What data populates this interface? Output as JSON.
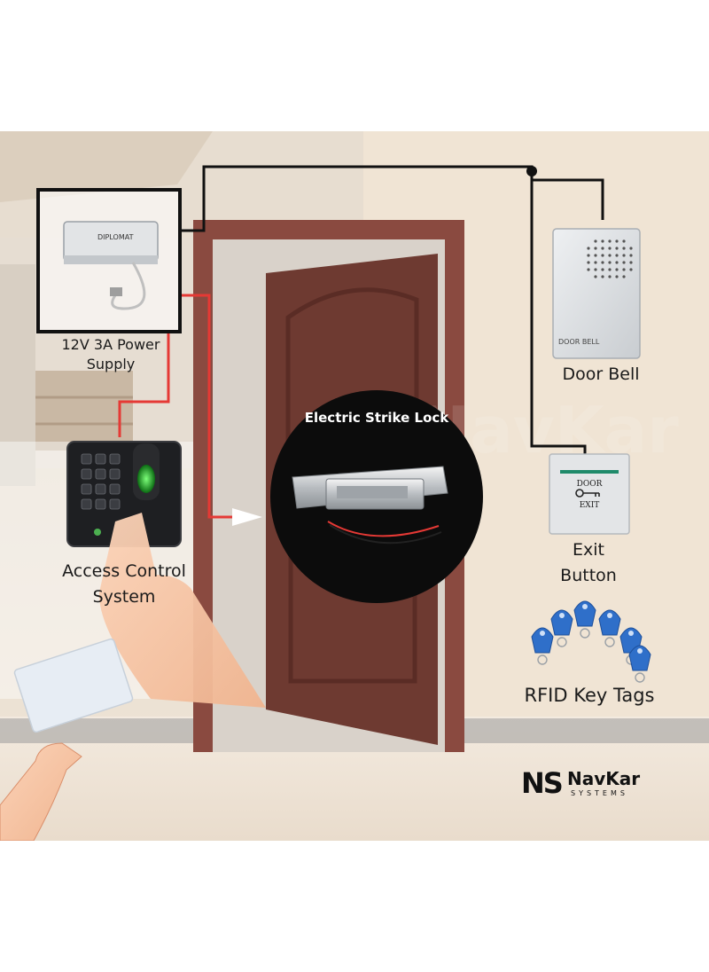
{
  "labels": {
    "power_supply_line1": "12V 3A Power",
    "power_supply_line2": "Supply",
    "door_bell": "Door Bell",
    "strike_lock": "Electric Strike Lock",
    "access_line1": "Access Control",
    "access_line2": "System",
    "exit_line1": "Exit",
    "exit_line2": "Button",
    "rfid": "RFID Key Tags"
  },
  "device_text": {
    "psu_brand": "DIPLOMAT",
    "doorbell_plate": "DOOR BELL",
    "exit_top": "DOOR",
    "exit_bottom": "EXIT"
  },
  "logo": {
    "initials": "NS",
    "name": "NavKar",
    "tagline": "SYSTEMS"
  },
  "colors": {
    "wire_power": "#e53935",
    "wire_signal": "#111111",
    "door": "#6e3a31",
    "frame": "#8a4a40",
    "wall": "#efe3d3"
  }
}
